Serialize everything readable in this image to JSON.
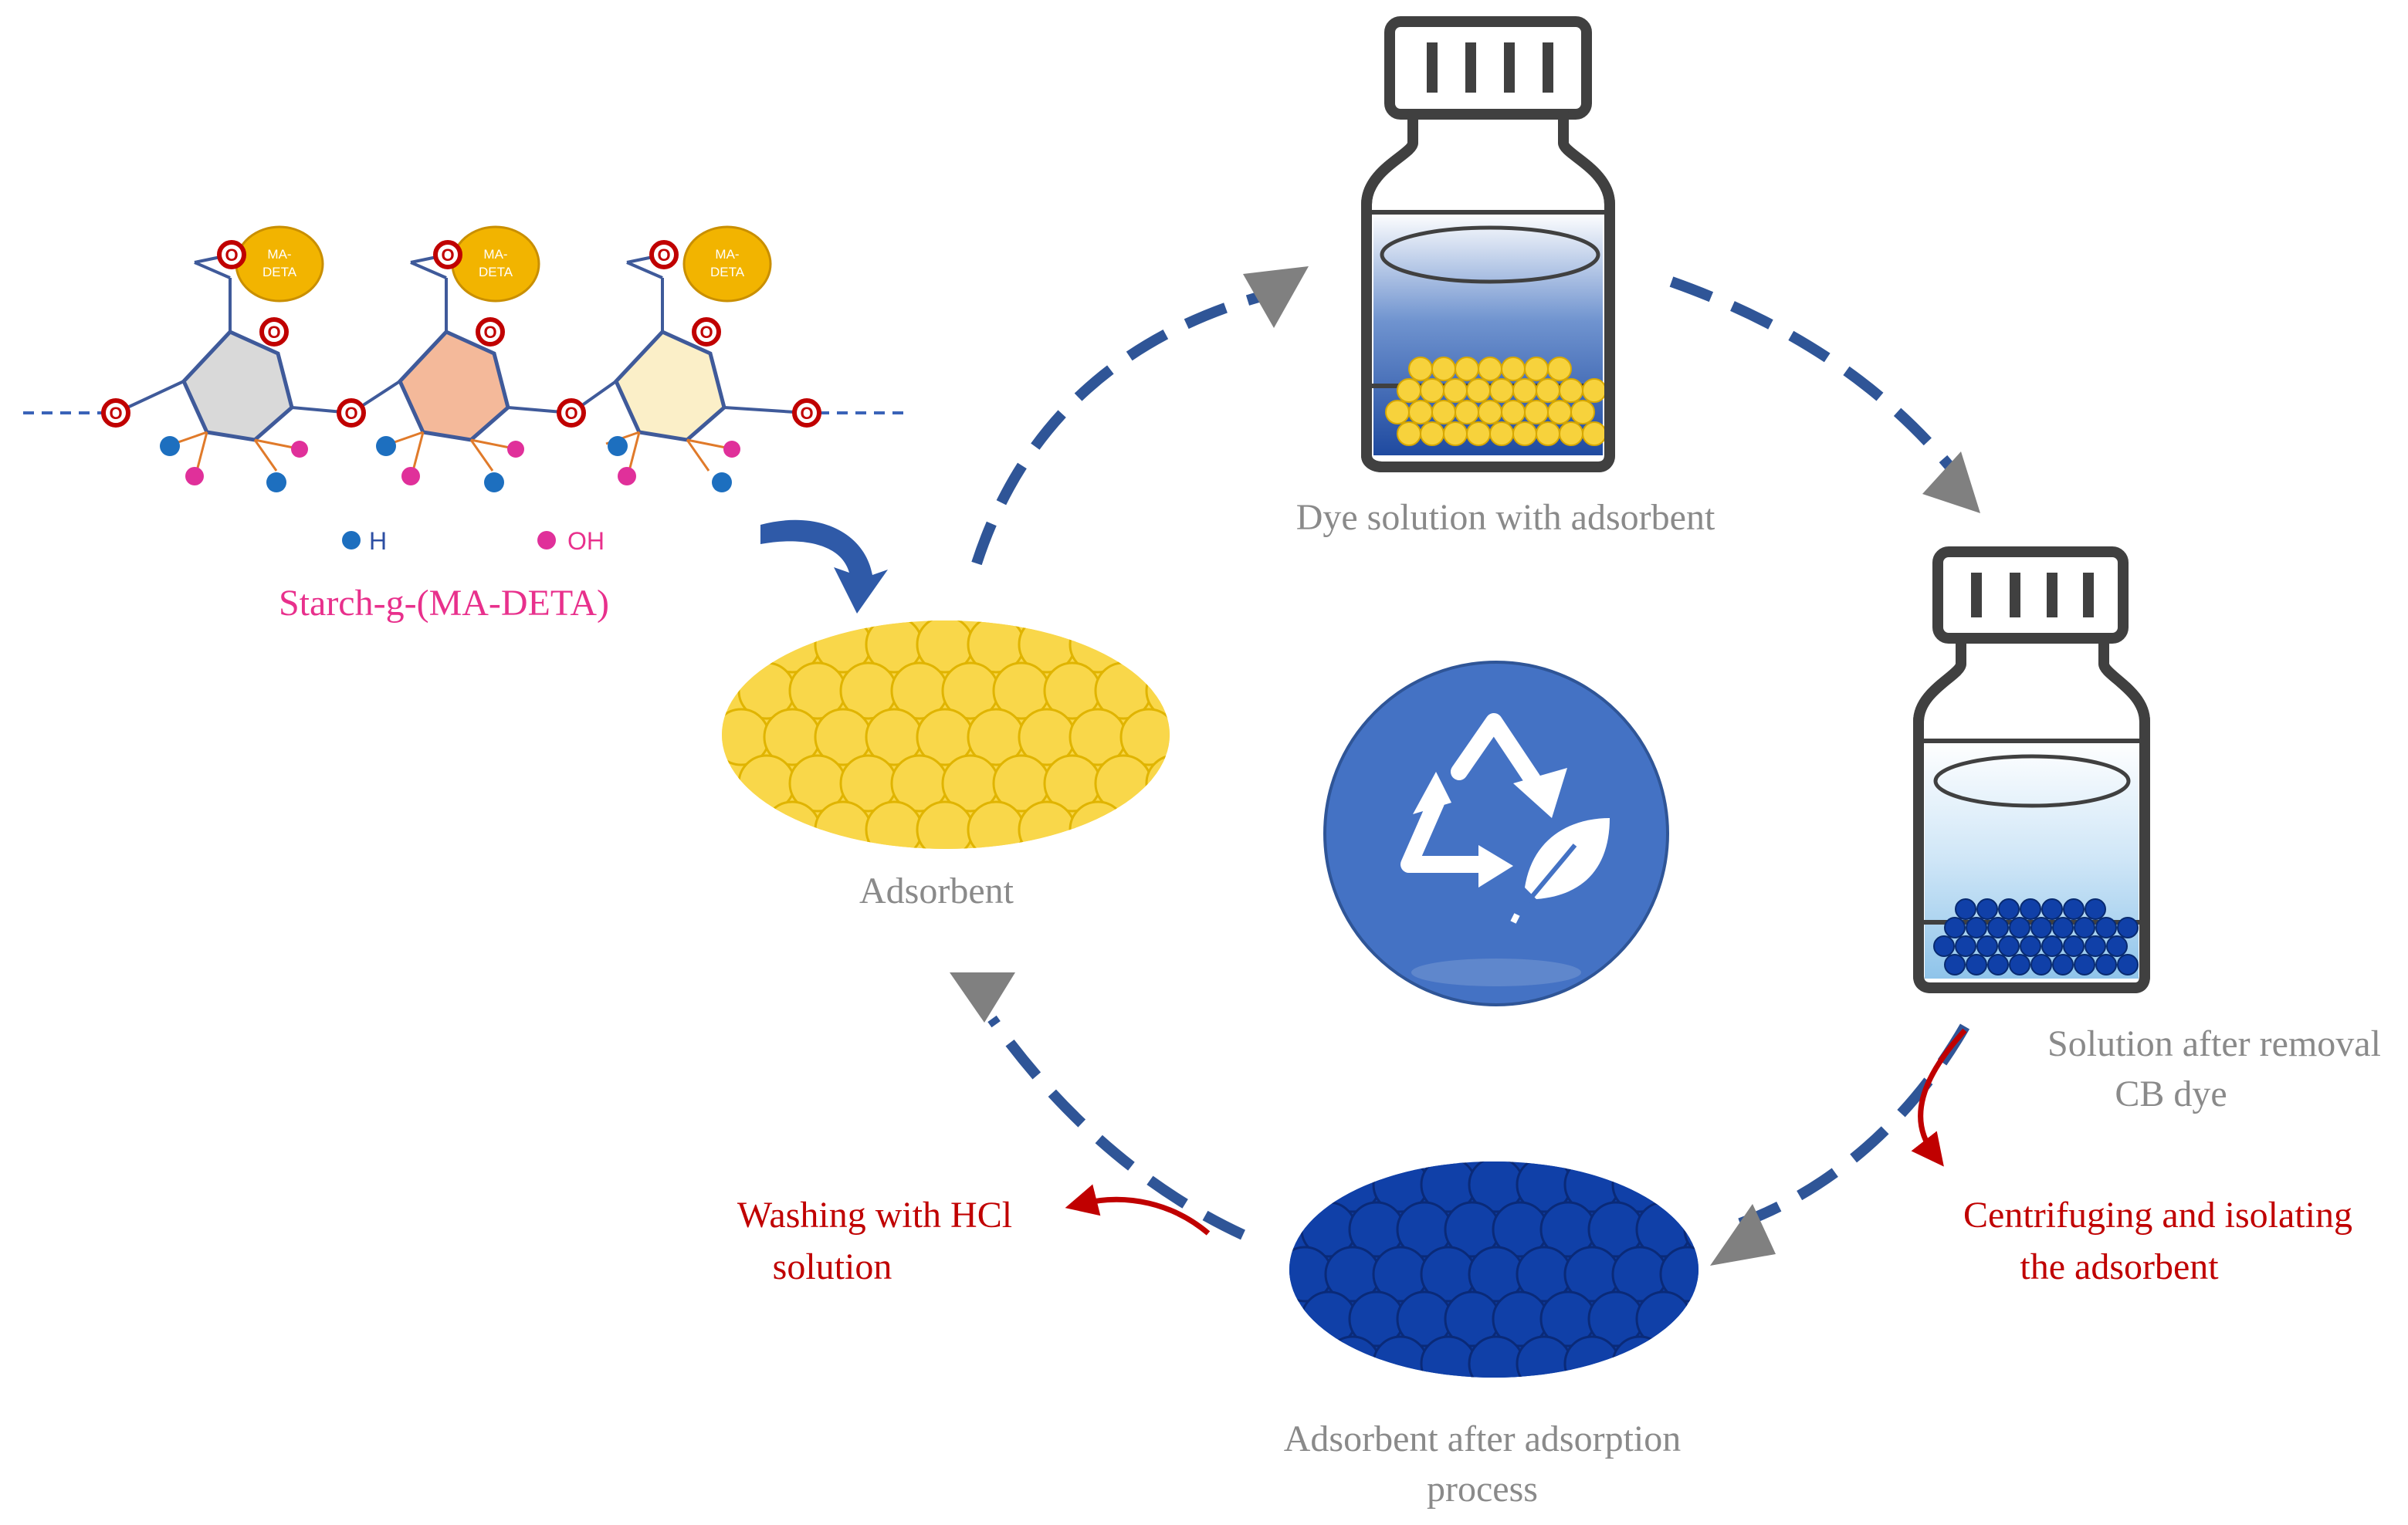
{
  "molecule": {
    "title": "Starch-g-(MA-DETA)",
    "legend_h": "H",
    "legend_oh": "OH",
    "group_label_line1": "MA-",
    "group_label_line2": "DETA",
    "oxygen_symbol": "O",
    "colors": {
      "ring1": "#d9d9d9",
      "ring2": "#f4b99a",
      "ring3": "#fbefc8",
      "group": "#f2b400",
      "h_atom": "#1d6fbf",
      "oh_atom": "#e0309a"
    }
  },
  "stages": {
    "adsorbent": "Adsorbent",
    "dye_solution": "Dye solution with adsorbent",
    "after_removal_line1": "Solution after removal",
    "after_removal_line2": "CB dye",
    "after_adsorption_line1": "Adsorbent after adsorption",
    "after_adsorption_line2": "process"
  },
  "steps": {
    "centrifuging_line1": "Centrifuging and isolating",
    "centrifuging_line2": "the adsorbent",
    "washing_line1": "Washing with HCl",
    "washing_line2": "solution"
  },
  "icons": {
    "center": "recycle-leaf-icon",
    "bottle1": "bottle-dye-icon",
    "bottle2": "bottle-clear-icon"
  },
  "colors": {
    "cycle_arrow": "#2f5597",
    "arrowhead": "#808080",
    "beads_yellow": "#f9d74a",
    "beads_blue": "#1040a8",
    "step_arrow": "#c00000",
    "center_circle": "#4472c4"
  }
}
